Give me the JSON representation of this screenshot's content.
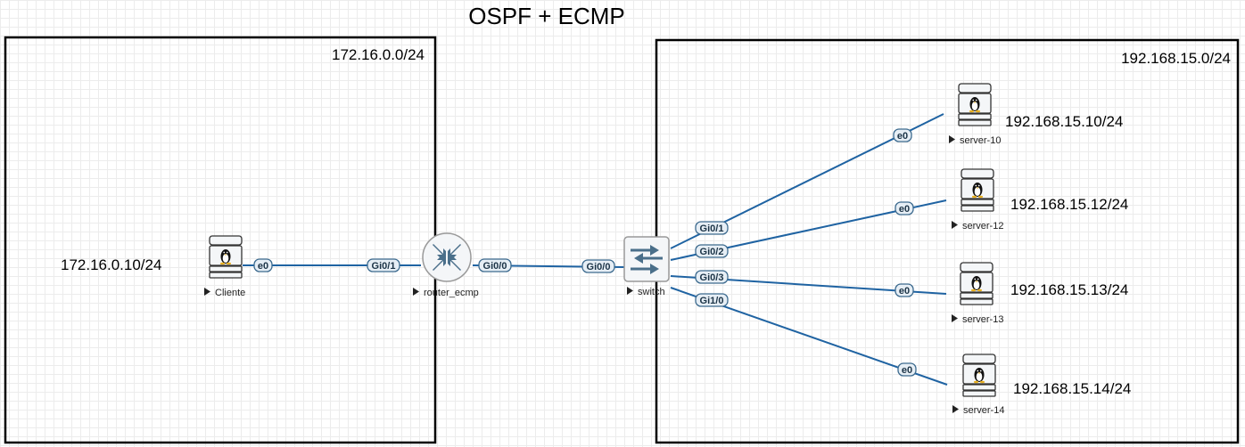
{
  "title": "OSPF + ECMP",
  "areas": [
    {
      "id": "left",
      "network": "172.16.0.0/24"
    },
    {
      "id": "right",
      "network": "192.168.15.0/24"
    }
  ],
  "nodes": {
    "cliente": {
      "label": "Cliente",
      "ip": "172.16.0.10/24",
      "icon": "linux-host-icon"
    },
    "router": {
      "label": "router_ecmp",
      "icon": "router-icon"
    },
    "switch": {
      "label": "switch",
      "icon": "switch-icon"
    },
    "server10": {
      "label": "server-10",
      "ip": "192.168.15.10/24",
      "icon": "linux-host-icon"
    },
    "server12": {
      "label": "server-12",
      "ip": "192.168.15.12/24",
      "icon": "linux-host-icon"
    },
    "server13": {
      "label": "server-13",
      "ip": "192.168.15.13/24",
      "icon": "linux-host-icon"
    },
    "server14": {
      "label": "server-14",
      "ip": "192.168.15.14/24",
      "icon": "linux-host-icon"
    }
  },
  "interfaces": {
    "cliente_e0": "e0",
    "router_gi01": "Gi0/1",
    "router_gi00": "Gi0/0",
    "switch_gi00": "Gi0/0",
    "switch_gi01": "Gi0/1",
    "switch_gi02": "Gi0/2",
    "switch_gi03": "Gi0/3",
    "switch_gi10": "Gi1/0",
    "server10_e0": "e0",
    "server12_e0": "e0",
    "server13_e0": "e0",
    "server14_e0": "e0"
  },
  "colors": {
    "link": "#1f63a2",
    "device": "#4a6f8a"
  }
}
